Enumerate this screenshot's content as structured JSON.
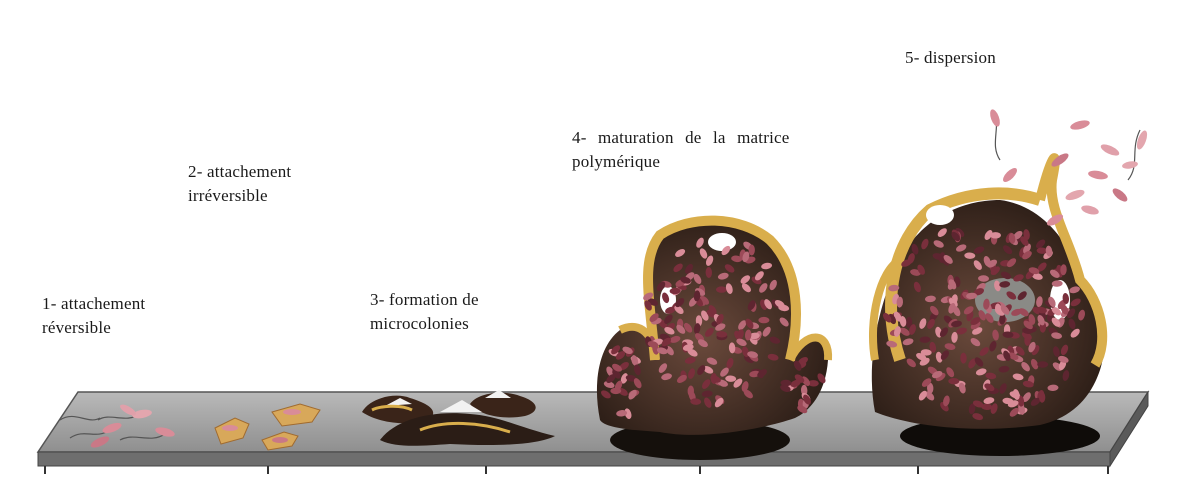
{
  "stages": [
    {
      "id": 1,
      "lines": [
        "1- attachement",
        "réversible"
      ]
    },
    {
      "id": 2,
      "lines": [
        "2- attachement",
        "irréversible"
      ]
    },
    {
      "id": 3,
      "lines": [
        "3- formation  de",
        "microcolonies"
      ]
    },
    {
      "id": 4,
      "lines": [
        "4-  maturation  de  la  matrice",
        "polymérique"
      ]
    },
    {
      "id": 5,
      "lines": [
        "5- dispersion"
      ]
    }
  ],
  "colors": {
    "surface_top": "#a7a7a7",
    "surface_side": "#6e6e6e",
    "matrix": "#d9ae4c",
    "bacteria_dark": "#7a2f3c",
    "bacteria_light": "#d98c98",
    "shadow": "#1b1410"
  }
}
